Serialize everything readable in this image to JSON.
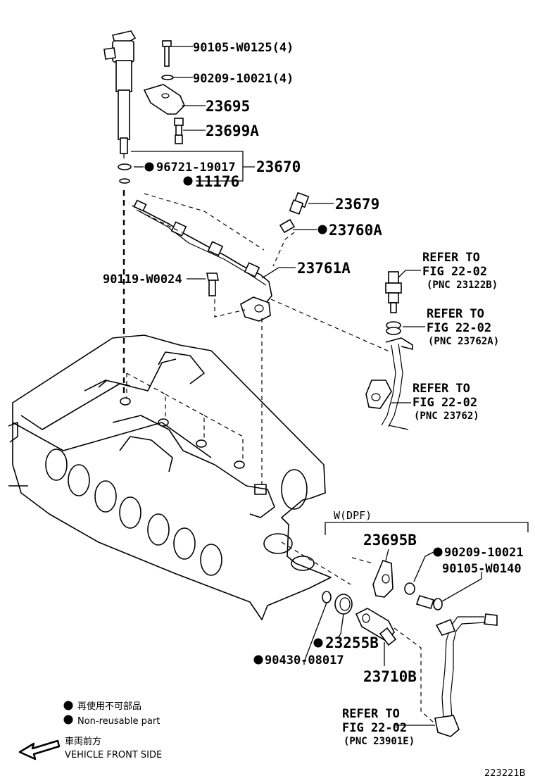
{
  "callouts": {
    "bolt_top": "90105-W0125(4)",
    "washer_top": "90209-10021(4)",
    "clamp": "23695",
    "stud": "23699A",
    "oring": "96721-19017",
    "gasket": "11176",
    "injector_assy": "23670",
    "union": "23679",
    "gasket_union": "23760A",
    "leak_pipe": "23761A",
    "bolt_pipe": "90119-W0024",
    "dpf_clamp": "23695B",
    "dpf_washer": "90209-10021",
    "dpf_bolt": "90105-W0140",
    "dpf_seal": "23255B",
    "dpf_oring": "90430-08017",
    "dpf_injector": "23710B"
  },
  "refs": [
    {
      "line1": "REFER TO",
      "line2": "FIG 22-02",
      "pnc": "(PNC 23122B)"
    },
    {
      "line1": "REFER TO",
      "line2": "FIG 22-02",
      "pnc": "(PNC 23762A)"
    },
    {
      "line1": "REFER TO",
      "line2": "FIG 22-02",
      "pnc": "(PNC 23762)"
    },
    {
      "line1": "REFER TO",
      "line2": "FIG 22-02",
      "pnc": "(PNC 23901E)"
    }
  ],
  "dpf_group": "W(DPF)",
  "legend": {
    "nonreusable_jp": "再使用不可部品",
    "nonreusable_en": "Non-reusable part",
    "front_jp": "車両前方",
    "front_en": "VEHICLE FRONT SIDE"
  },
  "figure_id": "223221B"
}
